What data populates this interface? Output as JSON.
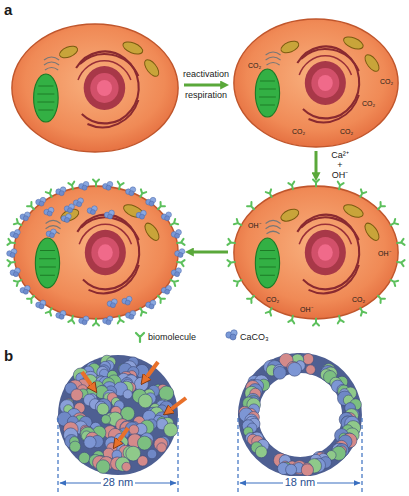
{
  "diagram": {
    "labels": [
      "a",
      "reactivation",
      "respiration",
      "CO₂",
      "CO₂",
      "CO₂",
      "CO₂",
      "CO₂",
      "Ca²⁺ + OH⁻",
      "OH⁻",
      "OH⁻",
      "OH⁻",
      "CO₂",
      "CO₂",
      "b",
      "28 nm",
      "18 nm"
    ],
    "legend": [
      {
        "text": "biomolecule"
      },
      {
        "text": "CaCO₃"
      }
    ]
  }
}
